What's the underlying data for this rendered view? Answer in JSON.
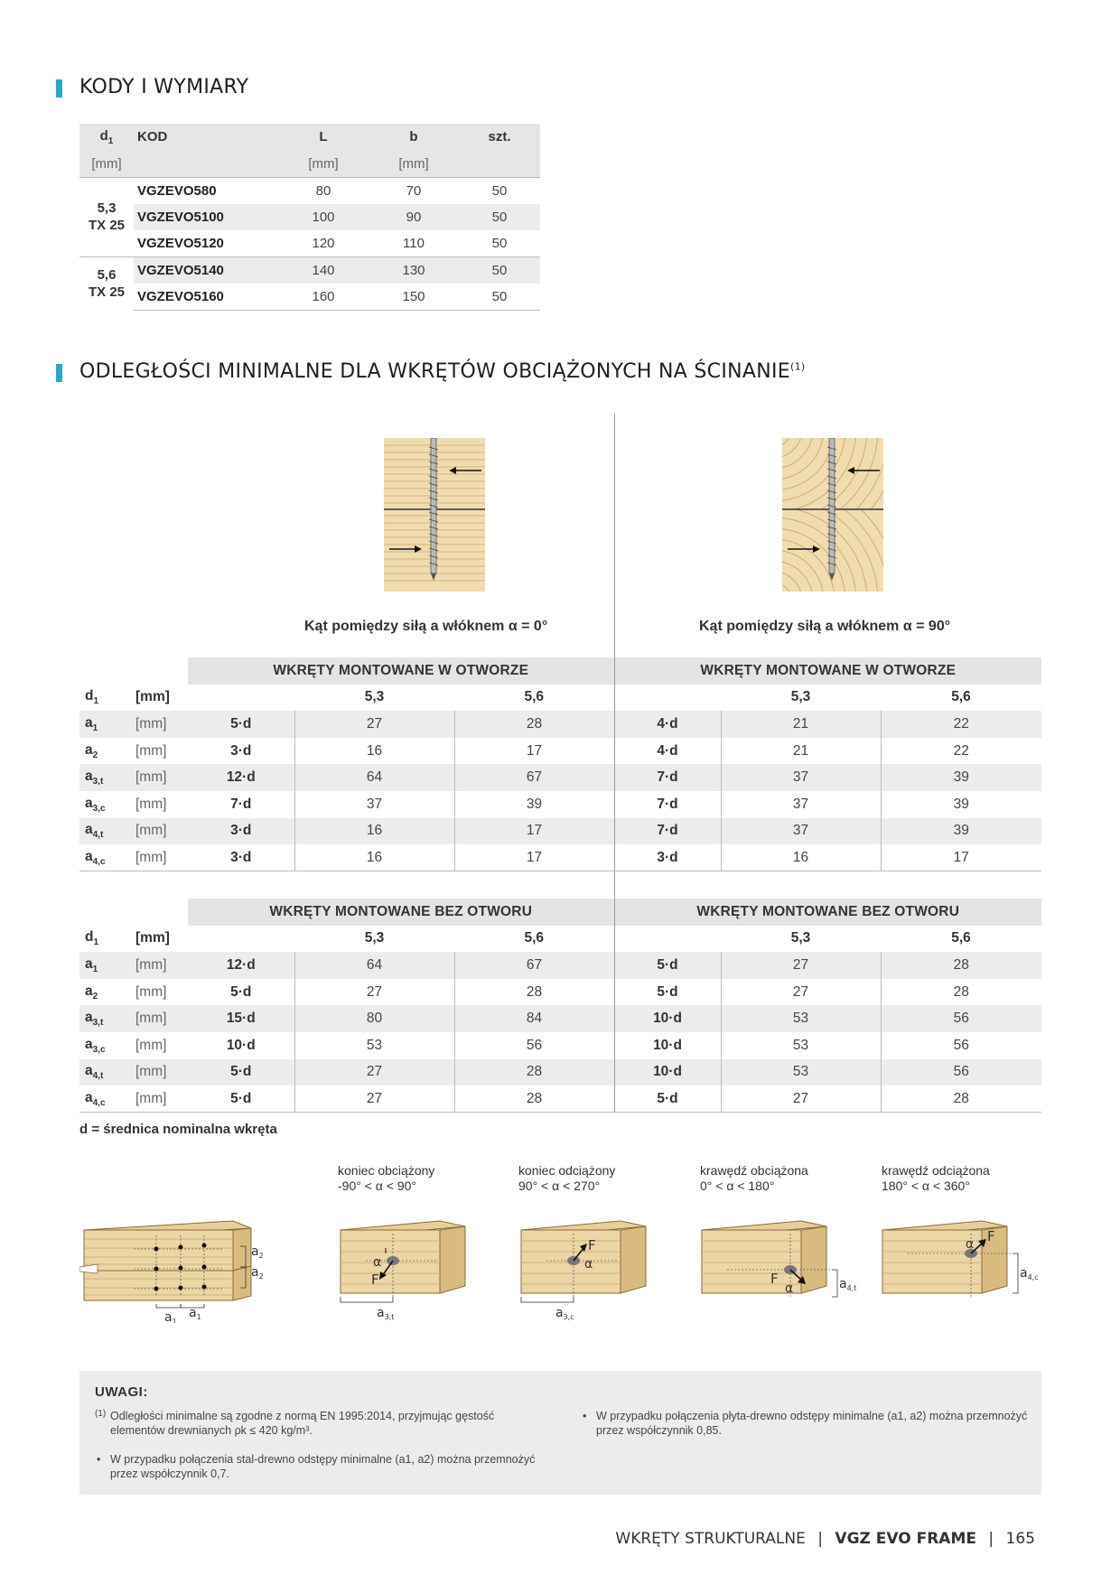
{
  "sections": {
    "codes_title": "KODY I WYMIARY",
    "distances_title": "ODLEGŁOŚCI MINIMALNE DLA WKRĘTÓW OBCIĄŻONYCH NA ŚCINANIE",
    "distances_footnote_mark": "(1)"
  },
  "codes_table": {
    "headers": {
      "d1": "d",
      "d1_sub": "1",
      "kod": "KOD",
      "L": "L",
      "b": "b",
      "szt": "szt."
    },
    "units": {
      "d1": "[mm]",
      "L": "[mm]",
      "b": "[mm]"
    },
    "groups": [
      {
        "d": "5,3",
        "tx": "TX 25"
      },
      {
        "d": "5,6",
        "tx": "TX 25"
      }
    ],
    "rows": [
      {
        "kod": "VGZEVO580",
        "L": "80",
        "b": "70",
        "szt": "50"
      },
      {
        "kod": "VGZEVO5100",
        "L": "100",
        "b": "90",
        "szt": "50"
      },
      {
        "kod": "VGZEVO5120",
        "L": "120",
        "b": "110",
        "szt": "50"
      },
      {
        "kod": "VGZEVO5140",
        "L": "140",
        "b": "130",
        "szt": "50"
      },
      {
        "kod": "VGZEVO5160",
        "L": "160",
        "b": "150",
        "szt": "50"
      }
    ]
  },
  "angles": {
    "left": "Kąt pomiędzy siłą a włóknem α = 0°",
    "right": "Kąt pomiędzy siłą a włóknem α = 90°"
  },
  "table_with_hole": {
    "title": "WKRĘTY MONTOWANE W OTWORZE",
    "d_label": "d",
    "d_sub": "1",
    "unit_label": "[mm]",
    "col_a": "5,3",
    "col_b": "5,6",
    "rows": [
      {
        "lab": "a",
        "sub": "1",
        "unit": "[mm]",
        "f0": "5·d",
        "a0": "27",
        "b0": "28",
        "f90": "4·d",
        "a90": "21",
        "b90": "22"
      },
      {
        "lab": "a",
        "sub": "2",
        "unit": "[mm]",
        "f0": "3·d",
        "a0": "16",
        "b0": "17",
        "f90": "4·d",
        "a90": "21",
        "b90": "22"
      },
      {
        "lab": "a",
        "sub": "3,t",
        "unit": "[mm]",
        "f0": "12·d",
        "a0": "64",
        "b0": "67",
        "f90": "7·d",
        "a90": "37",
        "b90": "39"
      },
      {
        "lab": "a",
        "sub": "3,c",
        "unit": "[mm]",
        "f0": "7·d",
        "a0": "37",
        "b0": "39",
        "f90": "7·d",
        "a90": "37",
        "b90": "39"
      },
      {
        "lab": "a",
        "sub": "4,t",
        "unit": "[mm]",
        "f0": "3·d",
        "a0": "16",
        "b0": "17",
        "f90": "7·d",
        "a90": "37",
        "b90": "39"
      },
      {
        "lab": "a",
        "sub": "4,c",
        "unit": "[mm]",
        "f0": "3·d",
        "a0": "16",
        "b0": "17",
        "f90": "3·d",
        "a90": "16",
        "b90": "17"
      }
    ]
  },
  "table_without_hole": {
    "title": "WKRĘTY MONTOWANE BEZ OTWORU",
    "d_label": "d",
    "d_sub": "1",
    "unit_label": "[mm]",
    "col_a": "5,3",
    "col_b": "5,6",
    "rows": [
      {
        "lab": "a",
        "sub": "1",
        "unit": "[mm]",
        "f0": "12·d",
        "a0": "64",
        "b0": "67",
        "f90": "5·d",
        "a90": "27",
        "b90": "28"
      },
      {
        "lab": "a",
        "sub": "2",
        "unit": "[mm]",
        "f0": "5·d",
        "a0": "27",
        "b0": "28",
        "f90": "5·d",
        "a90": "27",
        "b90": "28"
      },
      {
        "lab": "a",
        "sub": "3,t",
        "unit": "[mm]",
        "f0": "15·d",
        "a0": "80",
        "b0": "84",
        "f90": "10·d",
        "a90": "53",
        "b90": "56"
      },
      {
        "lab": "a",
        "sub": "3,c",
        "unit": "[mm]",
        "f0": "10·d",
        "a0": "53",
        "b0": "56",
        "f90": "10·d",
        "a90": "53",
        "b90": "56"
      },
      {
        "lab": "a",
        "sub": "4,t",
        "unit": "[mm]",
        "f0": "5·d",
        "a0": "27",
        "b0": "28",
        "f90": "10·d",
        "a90": "53",
        "b90": "56"
      },
      {
        "lab": "a",
        "sub": "4,c",
        "unit": "[mm]",
        "f0": "5·d",
        "a0": "27",
        "b0": "28",
        "f90": "5·d",
        "a90": "27",
        "b90": "28"
      }
    ]
  },
  "d_note": "d = średnica nominalna wkręta",
  "load_cases": [
    {
      "title": "koniec obciążony",
      "range": "-90° < α < 90°"
    },
    {
      "title": "koniec odciążony",
      "range": "90° < α < 270°"
    },
    {
      "title": "krawędź obciążona",
      "range": "0° < α < 180°"
    },
    {
      "title": "krawędź odciążona",
      "range": "180° < α < 360°"
    }
  ],
  "diagram_labels": {
    "a1": "a",
    "a1_sub": "1",
    "a2": "a",
    "a2_sub": "2",
    "a3t": "a",
    "a3t_sub": "3,t",
    "a3c": "a",
    "a3c_sub": "3,c",
    "a4t": "a",
    "a4t_sub": "4,t",
    "a4c": "a",
    "a4c_sub": "4,c",
    "force": "F",
    "alpha": "α"
  },
  "notes": {
    "title": "UWAGI:",
    "n1_mark": "(1)",
    "n1": "Odległości minimalne są zgodne z normą EN 1995:2014, przyjmując gęstość elementów drewnianych ρk ≤ 420 kg/m³.",
    "n2": "W przypadku połączenia stal-drewno odstępy minimalne (a1, a2) można przemnożyć przez współczynnik 0,7.",
    "n3": "W przypadku połączenia płyta-drewno odstępy minimalne (a1, a2) można przemnożyć przez współczynnik 0,85."
  },
  "footer": {
    "section": "WKRĘTY STRUKTURALNE",
    "product": "VGZ EVO FRAME",
    "page": "165",
    "sep": "|"
  }
}
